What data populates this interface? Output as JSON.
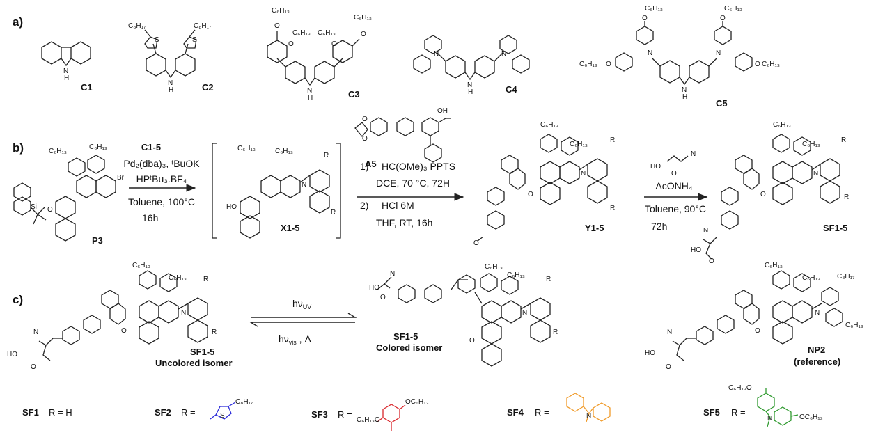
{
  "sections": {
    "a": "a)",
    "b": "b)",
    "c": "c)"
  },
  "row_a": {
    "compounds": [
      {
        "label": "C1",
        "atoms": [
          "N",
          "H"
        ]
      },
      {
        "label": "C2",
        "atoms": [
          "C₈H₁₇",
          "C₈H₁₇",
          "S",
          "S",
          "N",
          "H"
        ]
      },
      {
        "label": "C3",
        "atoms": [
          "O",
          "C₆H₁₃",
          "C₆H₁₃",
          "C₆H₁₃",
          "C₆H₁₃",
          "O",
          "O",
          "O",
          "N",
          "H"
        ]
      },
      {
        "label": "C4",
        "atoms": [
          "N",
          "N",
          "N",
          "H"
        ]
      },
      {
        "label": "C5",
        "atoms": [
          "C₆H₁₃",
          "C₆H₁₃",
          "O",
          "O",
          "C₆H₁₃",
          "O",
          "O",
          "C₆H₁₃",
          "N",
          "N",
          "N",
          "H"
        ]
      }
    ]
  },
  "row_b": {
    "start": {
      "label": "P3",
      "atoms": [
        "C₆H₁₃",
        "C₆H₁₃",
        "Si",
        "O",
        "Br"
      ]
    },
    "step1": {
      "reagent": "C1-5",
      "line1": "Pd₂(dba)₃, ᵗBuOK",
      "line2": "HPᵗBu₃.BF₄",
      "line3": "Toluene, 100°C",
      "line4": "16h"
    },
    "int1": {
      "label": "X1-5",
      "atoms": [
        "C₆H₁₃",
        "C₆H₁₃",
        "R",
        "R",
        "HO",
        "N"
      ]
    },
    "reagent_A5": {
      "label": "A5",
      "atoms": [
        "O",
        "O",
        "OH"
      ]
    },
    "step2": {
      "n1": "1)",
      "line1": "HC(OMe)₃  PPTS",
      "line2": "DCE, 70 °C, 72H",
      "n2": "2)",
      "line3": "HCl 6M",
      "line4": "THF, RT, 16h"
    },
    "int2": {
      "label": "Y1-5",
      "atoms": [
        "C₆H₁₃",
        "C₆H₁₃",
        "R",
        "R",
        "O",
        "N",
        "O"
      ]
    },
    "step3": {
      "line1": "AcONH₄",
      "line2": "Toluene, 90°C",
      "line3": "72h",
      "reagent_atoms": [
        "HO",
        "O",
        "N"
      ]
    },
    "product": {
      "label": "SF1-5",
      "atoms": [
        "C₆H₁₃",
        "C₆H₁₃",
        "R",
        "R",
        "O",
        "N",
        "N",
        "HO",
        "O"
      ]
    }
  },
  "row_c": {
    "uncolored": {
      "label": "SF1-5",
      "desc": "Uncolored isomer",
      "atoms": [
        "C₆H₁₃",
        "C₆H₁₃",
        "R",
        "R",
        "O",
        "N",
        "N",
        "HO",
        "O"
      ]
    },
    "forward": "hν",
    "forward_sub": "UV",
    "reverse": "hν",
    "reverse_sub": "vis",
    "reverse_extra": " , Δ",
    "colored": {
      "label": "SF1-5",
      "desc": "Colored isomer",
      "atoms": [
        "HO",
        "O",
        "N",
        "C₆H₁₃",
        "C₆H₁₃",
        "R",
        "R",
        "O",
        "N"
      ]
    },
    "reference": {
      "label": "NP2",
      "desc": "(reference)",
      "atoms": [
        "C₆H₁₃",
        "C₆H₁₃",
        "C₈H₁₇",
        "N",
        "N",
        "C₆H₁₃",
        "O",
        "HO",
        "O"
      ]
    }
  },
  "r_groups": [
    {
      "name": "SF1",
      "eq": "R  =  H",
      "color": "#111111",
      "atoms": []
    },
    {
      "name": "SF2",
      "eq": "R  =",
      "color": "#2b2bd9",
      "atoms": [
        "S",
        "C₈H₁₇"
      ]
    },
    {
      "name": "SF3",
      "eq": "R  =",
      "color": "#d9262b",
      "atoms": [
        "OC₆H₁₃",
        "C₆H₁₃O"
      ]
    },
    {
      "name": "SF4",
      "eq": "R  =",
      "color": "#f09a28",
      "atoms": [
        "N"
      ]
    },
    {
      "name": "SF5",
      "eq": "R  =",
      "color": "#2f9a2f",
      "atoms": [
        "C₆H₁₃O",
        "N",
        "OC₆H₁₃"
      ]
    }
  ]
}
